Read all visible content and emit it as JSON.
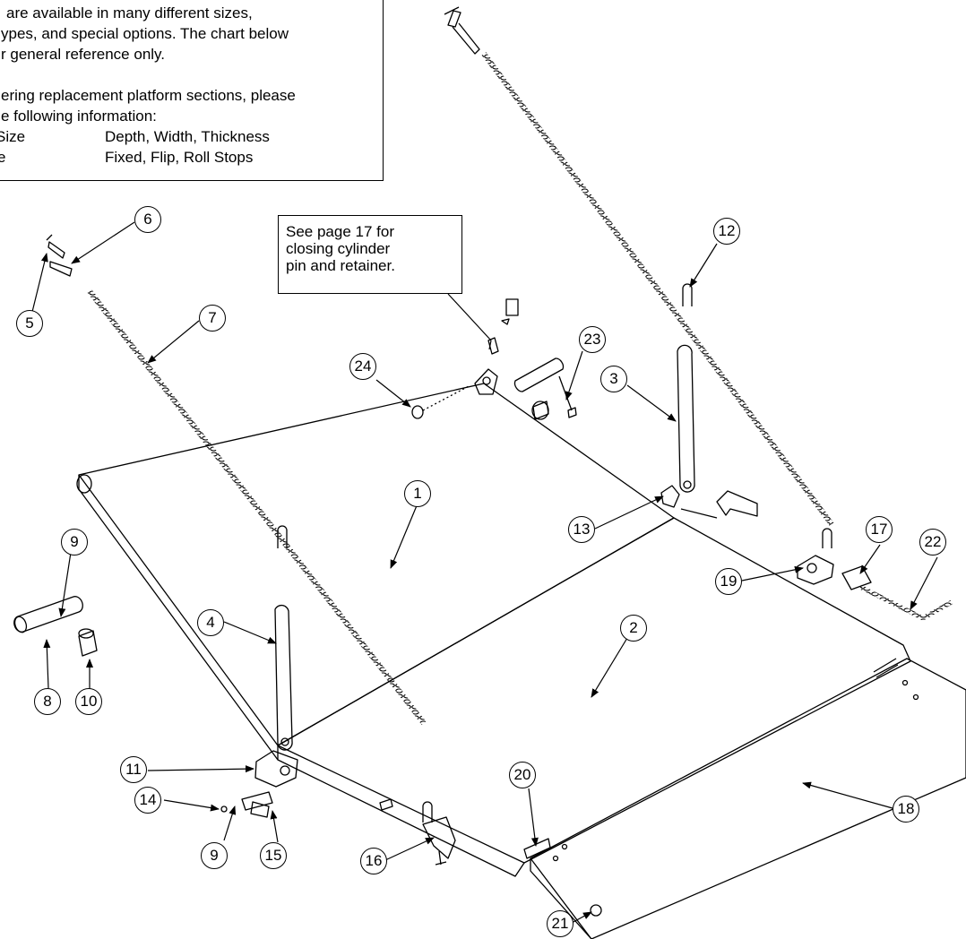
{
  "note": {
    "line1": "are available in many different sizes,",
    "line2": "ypes, and special options.  The chart below",
    "line3": "r general reference only.",
    "line4": "ering replacement platform sections, please",
    "line5": "e following information:",
    "row1_label": "Size",
    "row1_value": "Depth, Width, Thickness",
    "row2_label": "e",
    "row2_value": "Fixed, Flip, Roll Stops"
  },
  "callout": {
    "line1": "See page 17 for",
    "line2": "closing cylinder",
    "line3": "pin and retainer."
  },
  "parts": {
    "p1": "1",
    "p2": "2",
    "p3": "3",
    "p4": "4",
    "p5": "5",
    "p6": "6",
    "p7": "7",
    "p8": "8",
    "p9a": "9",
    "p9b": "9",
    "p10": "10",
    "p11": "11",
    "p12": "12",
    "p13": "13",
    "p14": "14",
    "p15": "15",
    "p16": "16",
    "p17": "17",
    "p18": "18",
    "p19": "19",
    "p20": "20",
    "p21": "21",
    "p22": "22",
    "p23": "23",
    "p24": "24"
  }
}
